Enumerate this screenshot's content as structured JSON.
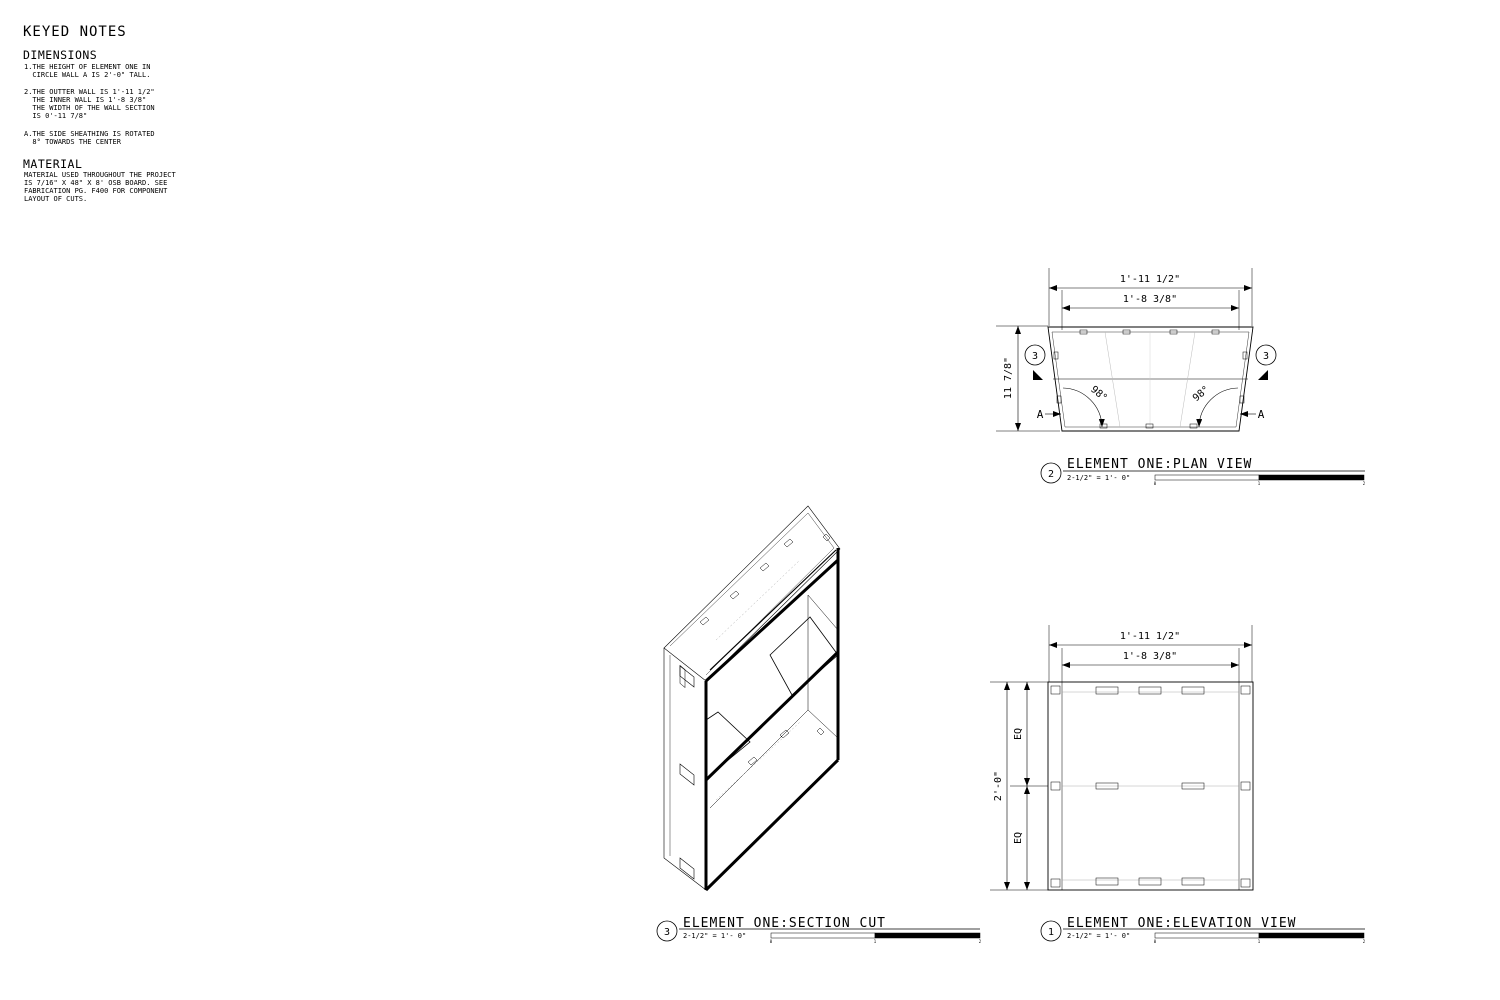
{
  "notes": {
    "title": "KEYED NOTES",
    "dimensions_heading": "DIMENSIONS",
    "dimensions_items": [
      "1.THE HEIGHT OF ELEMENT ONE IN\n  CIRCLE WALL A IS 2'-0\" TALL.",
      "2.THE OUTTER WALL IS 1'-11 1/2\"\n  THE INNER WALL IS 1'-8 3/8\"\n  THE WIDTH OF THE WALL SECTION\n  IS 0'-11 7/8\"",
      "A.THE SIDE SHEATHING IS ROTATED\n  8° TOWARDS THE CENTER"
    ],
    "material_heading": "MATERIAL",
    "material_text": "MATERIAL USED THROUGHOUT THE PROJECT\nIS 7/16\" X 48\" X 8' OSB BOARD. SEE\nFABRICATION PG. F400 FOR COMPONENT\nLAYOUT OF CUTS."
  },
  "plan_view": {
    "number": "2",
    "title": "ELEMENT ONE:PLAN VIEW",
    "scale": "2-1/2\" = 1'- 0\"",
    "dim_outer": "1'-11 1/2\"",
    "dim_inner": "1'-8 3/8\"",
    "dim_depth": "11 7/8\"",
    "angle_left": "98°",
    "angle_right": "98°",
    "section_marker": "3",
    "section_marker_right": "3",
    "section_letter": "A",
    "section_letter_right": "A",
    "scale_ticks": [
      "0",
      "1",
      "2"
    ]
  },
  "section_cut": {
    "number": "3",
    "title": "ELEMENT ONE:SECTION CUT",
    "scale": "2-1/2\" = 1'- 0\"",
    "scale_ticks": [
      "0",
      "1",
      "2"
    ]
  },
  "elevation_view": {
    "number": "1",
    "title": "ELEMENT ONE:ELEVATION VIEW",
    "scale": "2-1/2\" = 1'- 0\"",
    "dim_outer": "1'-11 1/2\"",
    "dim_inner": "1'-8 3/8\"",
    "dim_height": "2'-0\"",
    "dim_eq_top": "EQ",
    "dim_eq_bottom": "EQ",
    "scale_ticks": [
      "0",
      "1",
      "2"
    ]
  }
}
